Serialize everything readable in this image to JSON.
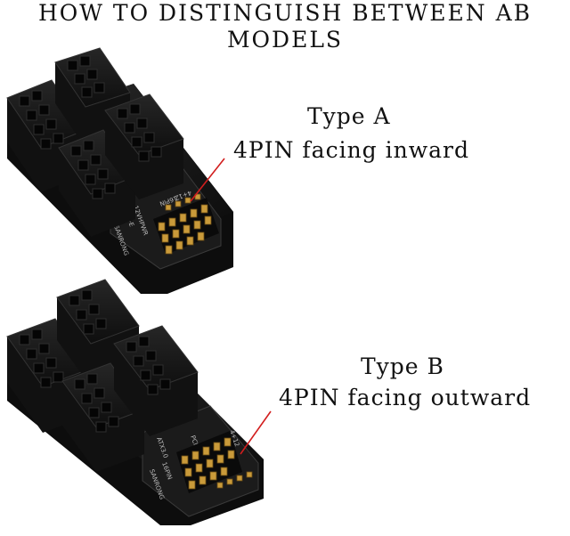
{
  "page": {
    "title": "HOW TO DISTINGUISH BETWEEN AB MODELS"
  },
  "type_a": {
    "name": "Type A",
    "description": "4PIN facing inward",
    "board_text": [
      "12VHPWR",
      "PCI-E",
      "16PIN",
      "4+12",
      "SANRONG"
    ]
  },
  "type_b": {
    "name": "Type B",
    "description": "4PIN facing outward",
    "board_text": [
      "ATX3.0",
      "PCI-E",
      "16PIN",
      "4+12",
      "SANRONG"
    ]
  },
  "colors": {
    "housing": "#141414",
    "pin": "#c99a3a",
    "pointer": "#d21e1e"
  }
}
